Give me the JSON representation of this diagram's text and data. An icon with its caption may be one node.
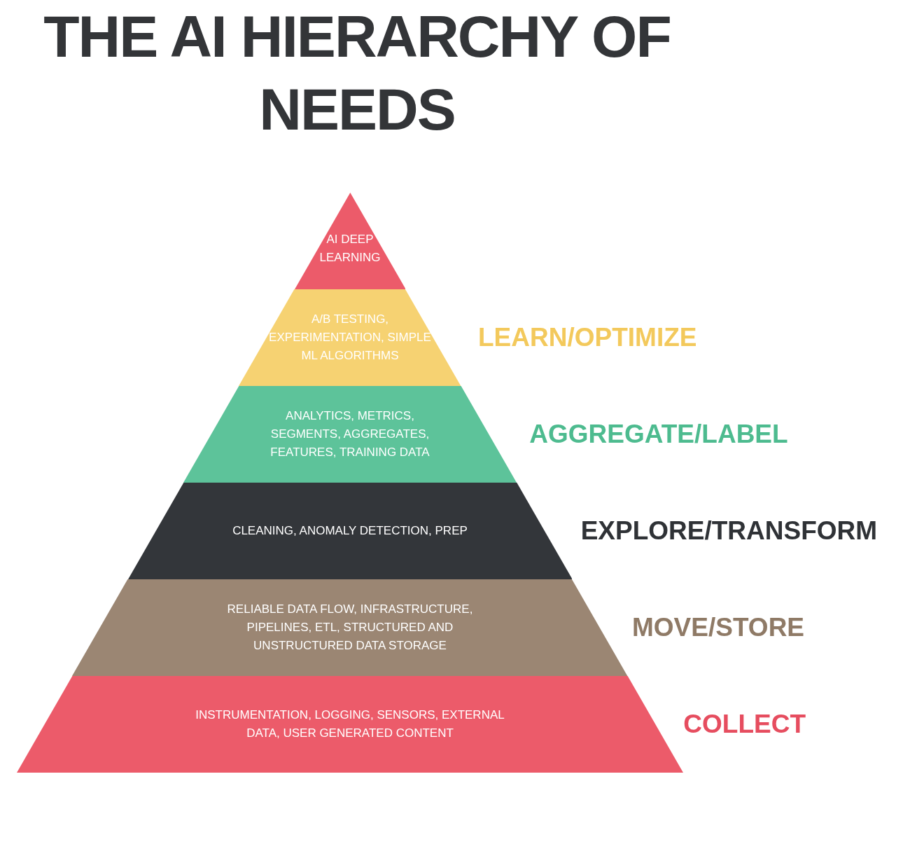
{
  "diagram": {
    "title": "THE AI HIERARCHY OF NEEDS",
    "nodes": [
      {
        "text": [
          "AI DEEP LEARNING"
        ]
      },
      {
        "text": [
          "A/B TESTING, EXPERIMENTATION, SIMPLE ML ALGORITHMS"
        ],
        "beside": [
          "LEARN/OPTIMIZE"
        ]
      },
      {
        "text": [
          "ANALYTICS, METRICS, SEGMENTS, AGGREGATES, FEATURES, TRAINING DATA"
        ],
        "beside": [
          "AGGREGATE/LABEL"
        ]
      },
      {
        "text": [
          "CLEANING, ANOMALY DETECTION, PREP"
        ],
        "beside": [
          "EXPLORE/TRANSFORM"
        ]
      },
      {
        "text": [
          "RELIABLE DATA FLOW, INFRASTRUCTURE, PIPELINES, ETL, STRUCTURED AND UNSTRUCTURED DATA STORAGE"
        ],
        "beside": [
          "MOVE/STORE"
        ]
      },
      {
        "text": [
          "INSTRUMENTATION, LOGGING, SENSORS, EXTERNAL DATA, USER GENERATED CONTENT"
        ],
        "beside": [
          "COLLECT"
        ]
      }
    ]
  }
}
